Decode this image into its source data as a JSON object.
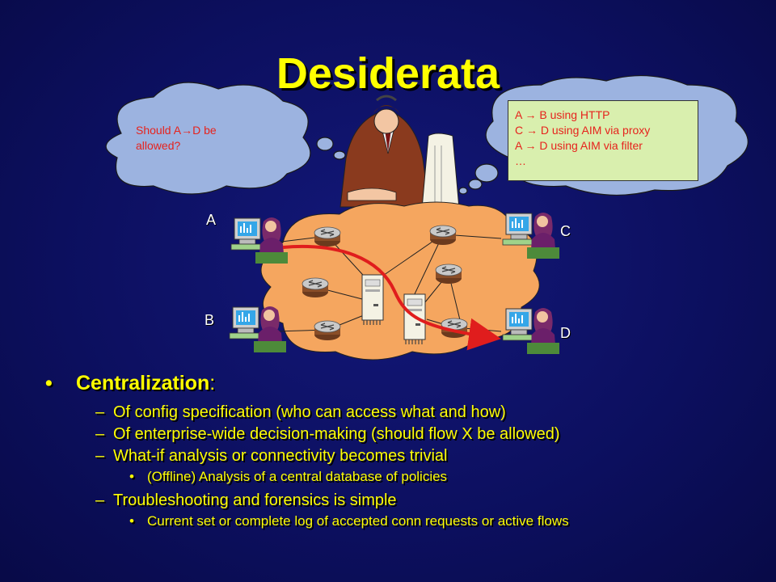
{
  "slide": {
    "title": "Desiderata",
    "admin_thought": {
      "line1_pre": "Should A",
      "arrow": "→",
      "line1_post": "D be",
      "line2": "allowed?"
    },
    "policy_box": {
      "lines": [
        "A → B using HTTP",
        "C → D using AIM via proxy",
        "A → D using AIM via filter",
        "…"
      ]
    },
    "hosts": {
      "a": "A",
      "b": "B",
      "c": "C",
      "d": "D"
    },
    "bullets": {
      "main_label": "Centralization",
      "main_colon": ":",
      "items": [
        "Of config specification (who can access what and how)",
        "Of enterprise-wide decision-making (should flow X be allowed)",
        "What-if analysis or connectivity becomes trivial",
        "(Offline) Analysis of a central database of policies",
        "Troubleshooting and forensics is simple",
        "Current set or complete log of accepted conn requests or active flows"
      ],
      "dash": "–",
      "dot": "•"
    },
    "colors": {
      "background": "#0c0f5a",
      "title": "#ffff00",
      "policy_text": "#e6231d",
      "policy_box": "#d9efae",
      "network_cloud": "#f5a65f",
      "thought_cloud": "#9cb3e0",
      "flow_arrow": "#e01d1d"
    },
    "icons": [
      "person-at-computer-icon",
      "router-icon",
      "server-icon",
      "administrator-icon",
      "thought-cloud-icon"
    ]
  }
}
